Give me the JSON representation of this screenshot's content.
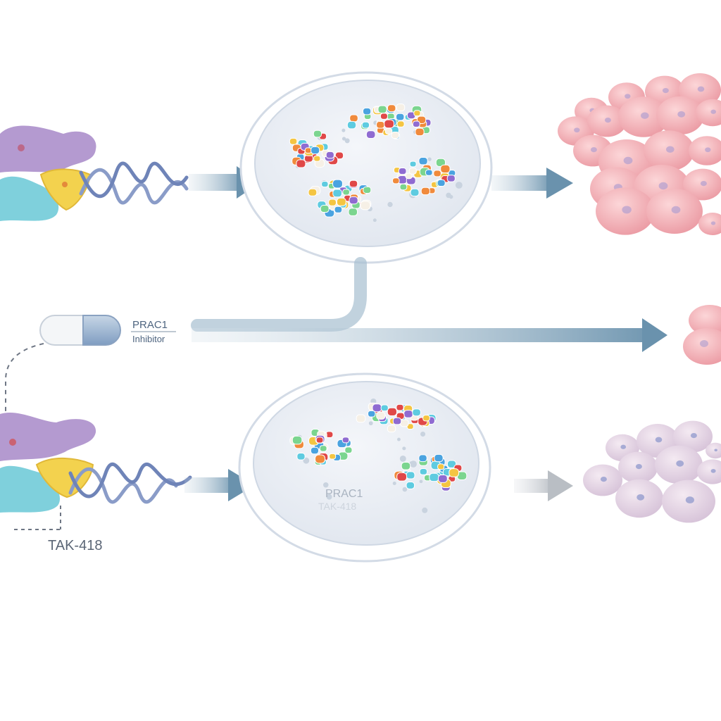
{
  "labels": {
    "inhibitor_line1": "PRAC1",
    "inhibitor_line2": "Inhibitor",
    "drug_name": "TAK-418",
    "dish_watermark_line1": "PRAC1",
    "dish_watermark_line2": "TAK-418"
  },
  "colors": {
    "arrow": "#6a92ad",
    "arrow_muted": "#b9bec4",
    "connector": "#9fbacb",
    "protein_purple": "#b49ad0",
    "protein_teal": "#7fd0dc",
    "protein_yellow": "#f3d24e",
    "dna_strand": "#8a9cc8",
    "pill_white": "#f4f6f8",
    "pill_blue": "#9fb6d2",
    "dish_rim": "#dde4ee",
    "dish_inner": "#eaeef5",
    "cell_pink": "#f3b2b8",
    "cell_pink_dark": "#e6949d",
    "cell_nucleus_pink": "#b7a2cf",
    "cell_lavender": "#e6d6e6",
    "cell_nucleus_lavender": "#8f98cc",
    "particle_palette": [
      "#4aa3e0",
      "#5ecbe0",
      "#f4c542",
      "#f08a3c",
      "#e04848",
      "#8f6bd1",
      "#7bd58f",
      "#f6f0e6"
    ]
  },
  "icons": {
    "pill": "capsule-icon",
    "dna": "dna-helix-icon",
    "protein": "protein-complex-icon",
    "dish": "petri-dish-icon",
    "cells": "cell-cluster-icon"
  }
}
